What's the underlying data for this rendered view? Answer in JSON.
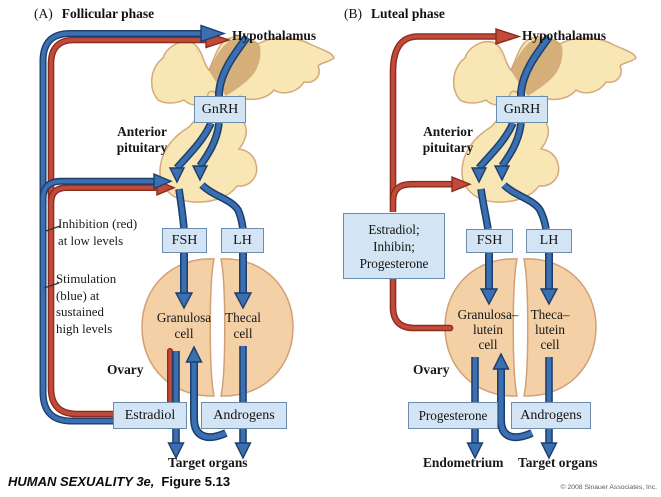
{
  "figure": {
    "footer_book": "HUMAN SEXUALITY 3e,",
    "footer_figure": "Figure 5.13",
    "copyright": "© 2008 Sinauer Associates, Inc."
  },
  "colors": {
    "stimulation_blue": "#3a70b2",
    "stimulation_blue_outline": "#1d3e6b",
    "inhibition_red": "#c14a39",
    "inhibition_red_outline": "#8c2b1f",
    "hormone_box_fill": "#d3e5f4",
    "hormone_box_border": "#6c8cab",
    "brain_tissue": "#f8e7b4",
    "brain_tissue_border": "#d5a97c",
    "brain_shading": "#c69a62",
    "ovary_fill": "#f3d0a6",
    "ovary_border": "#d2a074"
  },
  "panel_a": {
    "title_prefix": "(A)",
    "title": "Follicular phase",
    "hypothalamus_label": "Hypothalamus",
    "gnrh_label": "GnRH",
    "anterior_pituitary_label": "Anterior\npituitary",
    "inhibition_note": "Inhibition (red)\nat low levels",
    "stimulation_note": "Stimulation\n(blue) at\nsustained\nhigh levels",
    "fsh_label": "FSH",
    "lh_label": "LH",
    "granulosa_cell_label": "Granulosa\ncell",
    "thecal_cell_label": "Thecal\ncell",
    "ovary_label": "Ovary",
    "estradiol_label": "Estradiol",
    "androgens_label": "Androgens",
    "target_organs_label": "Target organs"
  },
  "panel_b": {
    "title_prefix": "(B)",
    "title": "Luteal phase",
    "hypothalamus_label": "Hypothalamus",
    "gnrh_label": "GnRH",
    "anterior_pituitary_label": "Anterior\npituitary",
    "feedback_hormones_label": "Estradiol;\nInhibin;\nProgesterone",
    "fsh_label": "FSH",
    "lh_label": "LH",
    "granulosa_lutein_label": "Granulosa–\nlutein\ncell",
    "theca_lutein_label": "Theca–\nlutein\ncell",
    "ovary_label": "Ovary",
    "progesterone_label": "Progesterone",
    "androgens_label": "Androgens",
    "endometrium_label": "Endometrium",
    "target_organs_label": "Target organs"
  }
}
